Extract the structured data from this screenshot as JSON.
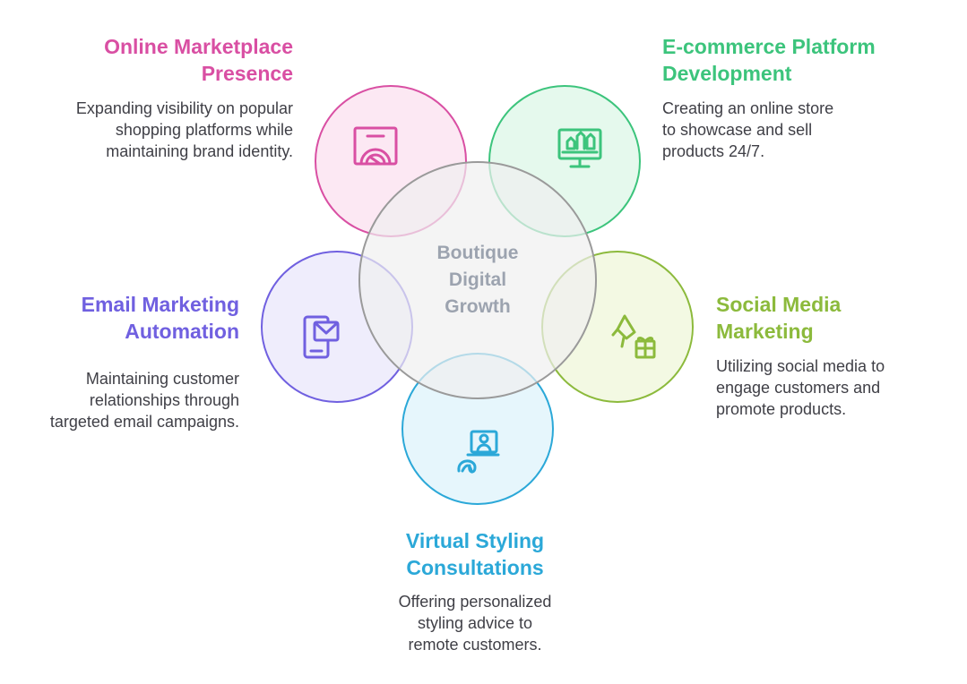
{
  "core": {
    "label": "Boutique\nDigital\nGrowth"
  },
  "items": [
    {
      "title": "Online Marketplace\nPresence",
      "description": "Expanding visibility on popular\nshopping platforms while\nmaintaining brand identity.",
      "color": "#d94fa3",
      "icon": "marketplace-store-icon"
    },
    {
      "title": "E-commerce Platform\nDevelopment",
      "description": "Creating an online store\nto showcase and sell\nproducts 24/7.",
      "color": "#3cc47c",
      "icon": "online-store-monitor-icon"
    },
    {
      "title": "Email Marketing\nAutomation",
      "description": "Maintaining customer\nrelationships through\ntargeted email campaigns.",
      "color": "#7060e0",
      "icon": "phone-email-icon"
    },
    {
      "title": "Social Media\nMarketing",
      "description": "Utilizing social media to\nengage customers and\npromote products.",
      "color": "#8cba3c",
      "icon": "megaphone-gift-icon"
    },
    {
      "title": "Virtual Styling\nConsultations",
      "description": "Offering personalized\nstyling advice to\nremote customers.",
      "color": "#2ba8d8",
      "icon": "video-consultation-icon"
    }
  ]
}
